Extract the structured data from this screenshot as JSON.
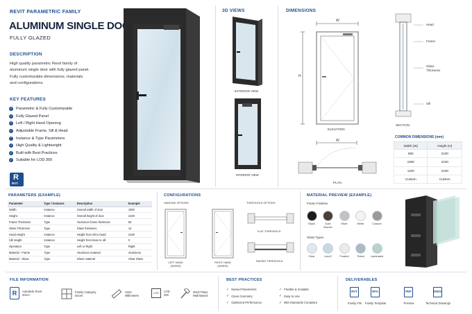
{
  "header": {
    "family": "REVIT PARAMETRIC FAMILY",
    "title": "ALUMINUM SINGLE DOOR",
    "subtitle": "FULLY GLAZED"
  },
  "description": {
    "heading": "DESCRIPTION",
    "lines": [
      "High quality parametric Revit family of",
      "aluminum single door with fully glazed panel.",
      "Fully customizable dimensions, materials",
      "and configurations."
    ]
  },
  "features": {
    "heading": "KEY FEATURES",
    "items": [
      "Parametric & Fully Customizable",
      "Fully Glazed Panel",
      "Left / Right Hand Opening",
      "Adjustable Frame, Sill & Head",
      "Instance & Type Parameters",
      "High Quality & Lightweight",
      "Built with Best Practices",
      "Suitable for LOD 300"
    ]
  },
  "badge": {
    "text": "RVT"
  },
  "views3d": {
    "heading": "3D VIEWS",
    "exterior": "EXTERIOR VIEW",
    "interior": "INTERIOR VIEW"
  },
  "dimensions": {
    "heading": "DIMENSIONS",
    "w_label": "W",
    "h_label": "H",
    "elevation": "ELEVATION",
    "plan": "PLAN",
    "section": "SECTION",
    "section_labels": [
      "Head",
      "Frame",
      "Glass Thickness",
      "Sill"
    ]
  },
  "common_dims": {
    "heading": "COMMON DIMENSIONS (mm)",
    "columns": [
      "Width (W)",
      "Height (H)"
    ],
    "rows": [
      [
        "900",
        "2100"
      ],
      [
        "1000",
        "2100"
      ],
      [
        "1100",
        "2100"
      ],
      [
        "Custom",
        "Custom"
      ]
    ]
  },
  "parameters": {
    "heading": "PARAMETERS (EXAMPLE)",
    "columns": [
      "Parameter",
      "Type / Instance",
      "Description",
      "Example"
    ],
    "rows": [
      [
        "Width",
        "Instance",
        "Overall width of door",
        "1000"
      ],
      [
        "Height",
        "Instance",
        "Overall height of door",
        "2100"
      ],
      [
        "Frame Thickness",
        "Type",
        "Aluminum frame thickness",
        "50"
      ],
      [
        "Glass Thickness",
        "Type",
        "Glass thickness",
        "12"
      ],
      [
        "Head Height",
        "Instance",
        "Height from sill to head",
        "2100"
      ],
      [
        "Sill Height",
        "Instance",
        "Height from base to sill",
        "0"
      ],
      [
        "Operation",
        "Type",
        "Left or Right",
        "Right"
      ],
      [
        "Material - Frame",
        "Type",
        "Aluminum material",
        "Aluminum"
      ],
      [
        "Material - Glass",
        "Type",
        "Glass material",
        "Clear Glass"
      ]
    ]
  },
  "configurations": {
    "heading": "CONFIGURATIONS",
    "handing": "HANDING OPTIONS",
    "left": [
      "LEFT HAND",
      "(INSIDE)"
    ],
    "right": [
      "RIGHT HAND",
      "(INSIDE)"
    ],
    "threshold": "THRESHOLD OPTIONS",
    "flat": "FLAT THRESHOLD",
    "raised": "RAISED THRESHOLD"
  },
  "materials": {
    "heading": "MATERIAL PREVIEW (EXAMPLE)",
    "frame_heading": "Frame Finishes",
    "frame": [
      {
        "name": "Black",
        "color": "#1b1b1b"
      },
      {
        "name": "Dark Bronze",
        "color": "#4a4038"
      },
      {
        "name": "Silver",
        "color": "#bfc2c6"
      },
      {
        "name": "White",
        "color": "#f3f3f3"
      },
      {
        "name": "Custom",
        "color": "#9a9a9a"
      }
    ],
    "glass_heading": "Glass Types",
    "glass": [
      {
        "name": "Clear",
        "color": "#dde9f1"
      },
      {
        "name": "Low-E",
        "color": "#c5d9e6"
      },
      {
        "name": "Frosted",
        "color": "#e8ecef"
      },
      {
        "name": "Tinted",
        "color": "#a9bcc6"
      },
      {
        "name": "Laminated",
        "color": "#b8d2cf"
      }
    ]
  },
  "file_info": {
    "heading": "FILE INFORMATION",
    "items": [
      {
        "line1": "Autodesk Revit",
        "line2": "2021+"
      },
      {
        "line1": "Family Category",
        "line2": "Doors"
      },
      {
        "line1": "Units",
        "line2": "Millimeters"
      },
      {
        "line1": "LOD",
        "line2": "300"
      },
      {
        "line1": "Work Plane",
        "line2": "Wall Based"
      }
    ],
    "lod_icon_text": "LOD"
  },
  "best_practices": {
    "heading": "BEST PRACTICES",
    "col1": [
      "Named Parameters",
      "Clean Geometry",
      "Optimized Performance"
    ],
    "col2": [
      "Flexible & Scalable",
      "Easy to Use",
      "BIM Standards Compliant"
    ]
  },
  "deliverables": {
    "heading": "DELIVERABLES",
    "items": [
      {
        "ext": "RVT",
        "label": "Family File"
      },
      {
        "ext": "RFA",
        "label": "Family Template"
      },
      {
        "ext": "PDF",
        "label": "Preview"
      },
      {
        "ext": "DWG",
        "label": "Technical Drawings"
      }
    ]
  },
  "colors": {
    "accent": "#1f4e8c",
    "frame": "#2b2b2b",
    "glass": "#dbe7ef"
  }
}
